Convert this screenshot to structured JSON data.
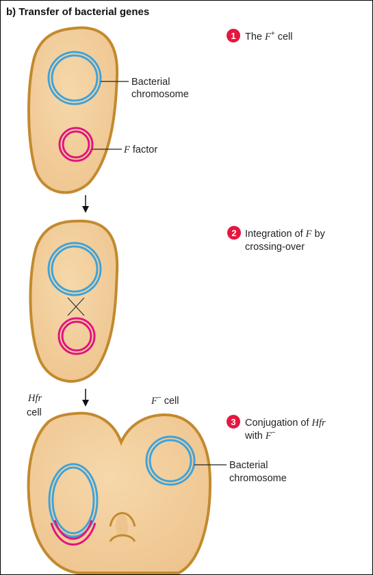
{
  "title": "b) Transfer of bacterial genes",
  "steps": [
    {
      "number": "1",
      "line1_prefix": "The ",
      "line1_italic": "F",
      "line1_sup": "+",
      "line1_suffix": " cell"
    },
    {
      "number": "2",
      "line1_prefix": "Integration of ",
      "line1_italic": "F",
      "line1_suffix": " by",
      "line2": "crossing-over"
    },
    {
      "number": "3",
      "line1_prefix": "Conjugation of ",
      "line1_italic": "Hfr",
      "line2_prefix": "with ",
      "line2_italic": "F",
      "line2_sup": "−"
    }
  ],
  "labels": {
    "chromosome_1_line1": "Bacterial",
    "chromosome_1_line2": "chromosome",
    "f_factor_italic": "F",
    "f_factor_rest": " factor",
    "hfr_italic": "Hfr",
    "hfr_cell": "cell",
    "fminus_italic": "F",
    "fminus_sup": "−",
    "fminus_cell": " cell",
    "chromosome_3_line1": "Bacterial",
    "chromosome_3_line2": "chromosome"
  },
  "colors": {
    "cell_fill": "#f0cc98",
    "cell_outline": "#c28a2e",
    "chromosome": "#3fa3d8",
    "f_factor": "#e0157e",
    "step_badge": "#e5173f",
    "text": "#222222"
  }
}
